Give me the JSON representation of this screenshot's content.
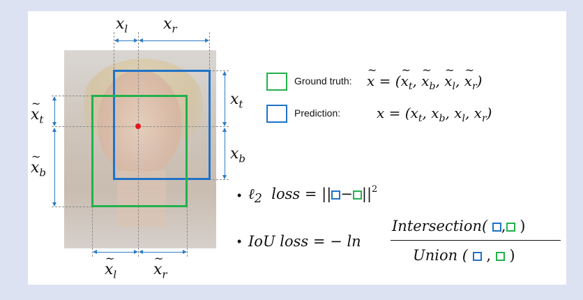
{
  "diagram": {
    "labels": {
      "x_l": "x",
      "x_l_sub": "l",
      "x_r": "x",
      "x_r_sub": "r",
      "x_t": "x",
      "x_t_sub": "t",
      "x_b": "x",
      "x_b_sub": "b",
      "tx_t": "x",
      "tx_t_sub": "t",
      "tx_b": "x",
      "tx_b_sub": "b",
      "tx_l": "x",
      "tx_l_sub": "l",
      "tx_r": "x",
      "tx_r_sub": "r"
    },
    "legend": {
      "ground_truth_label": "Ground truth:",
      "ground_truth_formula": "x̃ = (x̃",
      "prediction_label": "Prediction:",
      "prediction_formula": "x = (x"
    },
    "colors": {
      "prediction": "#1f72c9",
      "ground_truth": "#22b14c",
      "center_point": "#e41a1c",
      "dimension": "#2e7bc4"
    },
    "losses": {
      "l2_prefix": "ℓ",
      "l2_sub": "2",
      "l2_word": "loss",
      "l2_eq": "= ||",
      "l2_minus": "−",
      "l2_end": "||",
      "l2_sup": "2",
      "l2_sub2": "2",
      "iou_left": "IoU loss = − ln",
      "iou_numerator": "Intersection(",
      "iou_denominator": "Union (",
      "comma": ",",
      "close": ")"
    }
  }
}
